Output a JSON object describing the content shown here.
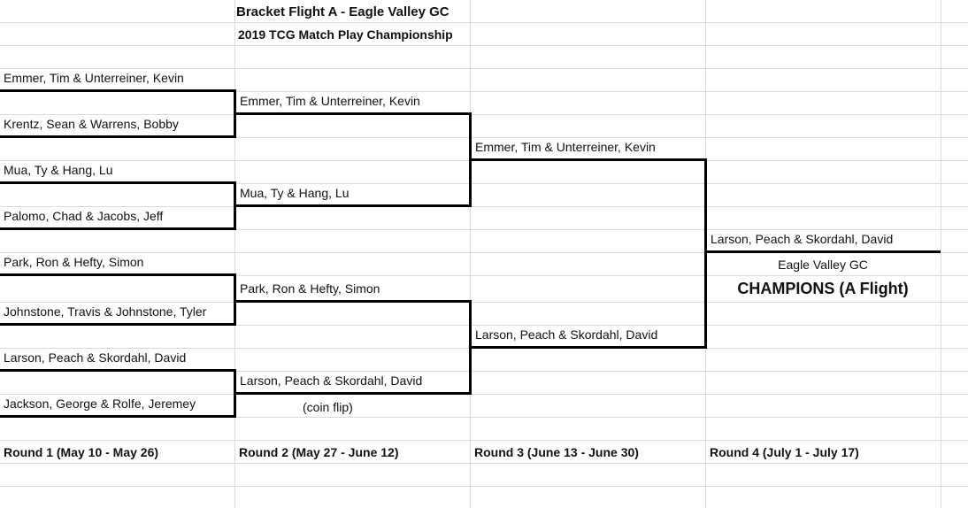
{
  "header": {
    "title": "Bracket Flight A - Eagle Valley GC",
    "subtitle": "2019 TCG Match Play Championship"
  },
  "rounds": [
    {
      "label": "Round 1 (May 10 - May 26)",
      "teams": [
        "Emmer, Tim & Unterreiner, Kevin",
        "Krentz, Sean & Warrens, Bobby",
        "Mua, Ty & Hang, Lu",
        "Palomo, Chad & Jacobs, Jeff",
        "Park, Ron & Hefty, Simon",
        "Johnstone, Travis & Johnstone, Tyler",
        "Larson, Peach & Skordahl, David",
        "Jackson, George & Rolfe, Jeremey"
      ]
    },
    {
      "label": "Round 2 (May 27 - June 12)",
      "teams": [
        "Emmer, Tim & Unterreiner, Kevin",
        "Mua, Ty & Hang, Lu",
        "Park, Ron & Hefty, Simon",
        "Larson, Peach & Skordahl, David"
      ],
      "note": "(coin flip)"
    },
    {
      "label": "Round 3 (June 13 - June 30)",
      "teams": [
        "Emmer, Tim & Unterreiner, Kevin",
        "Larson, Peach & Skordahl, David"
      ]
    },
    {
      "label": "Round 4 (July 1 - July 17)",
      "teams": [
        "Larson, Peach & Skordahl, David"
      ]
    }
  ],
  "champion": {
    "club": "Eagle Valley GC",
    "label": "CHAMPIONS (A Flight)"
  }
}
